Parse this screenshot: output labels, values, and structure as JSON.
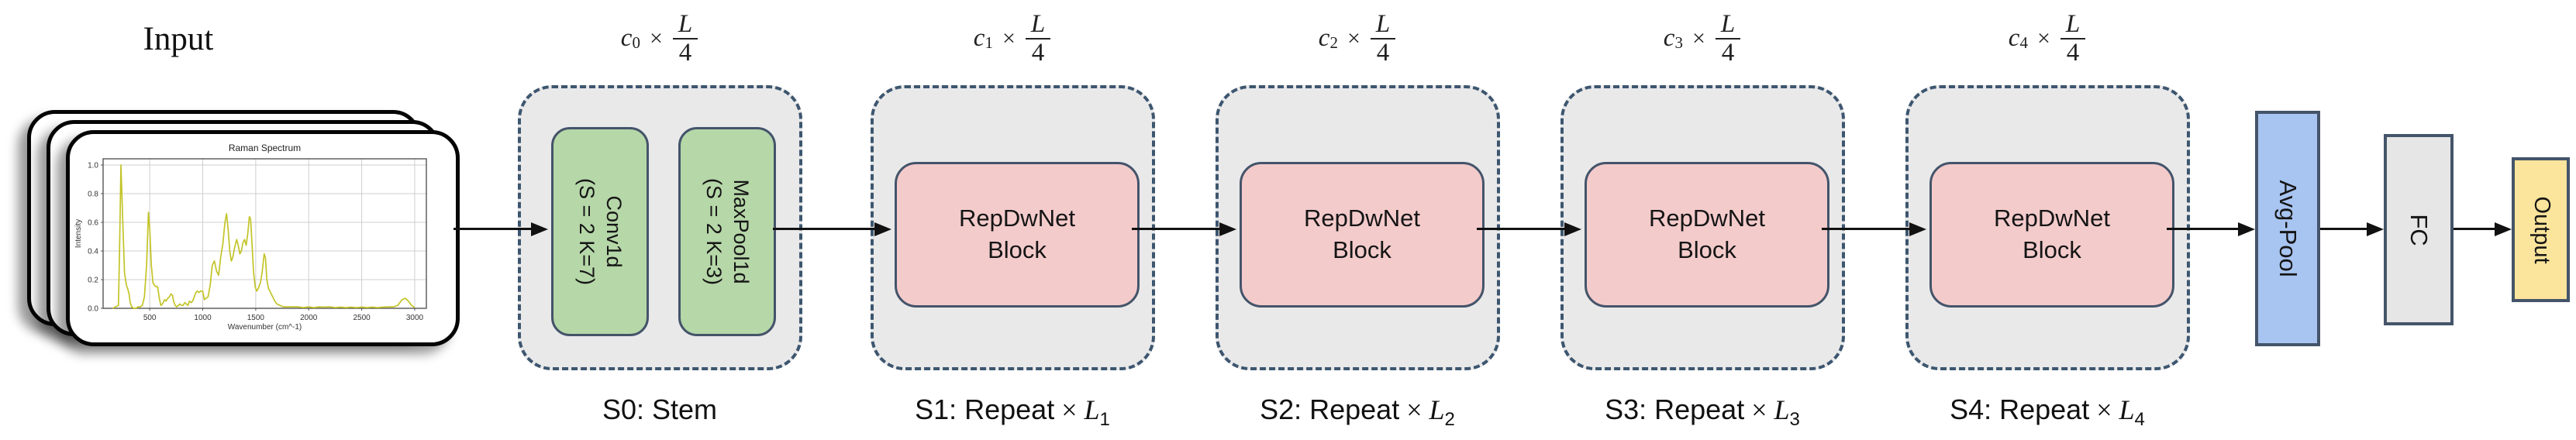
{
  "input": {
    "title": "Input"
  },
  "chart_data": {
    "type": "line",
    "title": "Raman Spectrum",
    "xlabel": "Wavenumber (cm^-1)",
    "ylabel": "Intensity",
    "xticks": [
      500,
      1000,
      1500,
      2000,
      2500,
      3000
    ],
    "yticks": [
      0.0,
      0.2,
      0.4,
      0.6,
      0.8,
      1.0
    ],
    "xlim": [
      60,
      3110
    ],
    "ylim": [
      0,
      1.043
    ],
    "grid": true,
    "line_color": "#c3c428",
    "series": [
      {
        "name": "spectrum",
        "points": [
          [
            150,
            0.0
          ],
          [
            205,
            0.02
          ],
          [
            215,
            0.4
          ],
          [
            228,
            1.0
          ],
          [
            245,
            0.62
          ],
          [
            262,
            0.25
          ],
          [
            280,
            0.16
          ],
          [
            295,
            0.13
          ],
          [
            305,
            0.1
          ],
          [
            315,
            0.04
          ],
          [
            330,
            0.01
          ],
          [
            350,
            0.0
          ],
          [
            370,
            0.0
          ],
          [
            390,
            0.01
          ],
          [
            410,
            0.01
          ],
          [
            430,
            0.02
          ],
          [
            450,
            0.08
          ],
          [
            470,
            0.3
          ],
          [
            488,
            0.67
          ],
          [
            500,
            0.55
          ],
          [
            515,
            0.3
          ],
          [
            530,
            0.18
          ],
          [
            545,
            0.16
          ],
          [
            560,
            0.15
          ],
          [
            575,
            0.15
          ],
          [
            590,
            0.07
          ],
          [
            605,
            0.02
          ],
          [
            620,
            0.03
          ],
          [
            640,
            0.06
          ],
          [
            655,
            0.05
          ],
          [
            670,
            0.07
          ],
          [
            685,
            0.08
          ],
          [
            700,
            0.1
          ],
          [
            715,
            0.09
          ],
          [
            725,
            0.05
          ],
          [
            740,
            0.02
          ],
          [
            755,
            0.01
          ],
          [
            770,
            0.02
          ],
          [
            785,
            0.03
          ],
          [
            800,
            0.02
          ],
          [
            815,
            0.02
          ],
          [
            830,
            0.04
          ],
          [
            845,
            0.03
          ],
          [
            860,
            0.02
          ],
          [
            875,
            0.05
          ],
          [
            890,
            0.04
          ],
          [
            905,
            0.05
          ],
          [
            920,
            0.08
          ],
          [
            935,
            0.11
          ],
          [
            950,
            0.12
          ],
          [
            965,
            0.11
          ],
          [
            980,
            0.12
          ],
          [
            1000,
            0.12
          ],
          [
            1015,
            0.06
          ],
          [
            1030,
            0.07
          ],
          [
            1050,
            0.08
          ],
          [
            1070,
            0.16
          ],
          [
            1090,
            0.3
          ],
          [
            1110,
            0.33
          ],
          [
            1130,
            0.26
          ],
          [
            1150,
            0.23
          ],
          [
            1170,
            0.36
          ],
          [
            1190,
            0.45
          ],
          [
            1210,
            0.6
          ],
          [
            1225,
            0.66
          ],
          [
            1240,
            0.55
          ],
          [
            1255,
            0.4
          ],
          [
            1270,
            0.33
          ],
          [
            1285,
            0.36
          ],
          [
            1300,
            0.42
          ],
          [
            1320,
            0.48
          ],
          [
            1335,
            0.44
          ],
          [
            1350,
            0.38
          ],
          [
            1365,
            0.4
          ],
          [
            1380,
            0.46
          ],
          [
            1395,
            0.48
          ],
          [
            1410,
            0.44
          ],
          [
            1425,
            0.52
          ],
          [
            1440,
            0.64
          ],
          [
            1452,
            0.62
          ],
          [
            1465,
            0.45
          ],
          [
            1480,
            0.25
          ],
          [
            1495,
            0.15
          ],
          [
            1510,
            0.12
          ],
          [
            1525,
            0.14
          ],
          [
            1545,
            0.18
          ],
          [
            1560,
            0.25
          ],
          [
            1580,
            0.38
          ],
          [
            1592,
            0.35
          ],
          [
            1605,
            0.2
          ],
          [
            1620,
            0.14
          ],
          [
            1640,
            0.11
          ],
          [
            1660,
            0.08
          ],
          [
            1680,
            0.05
          ],
          [
            1700,
            0.03
          ],
          [
            1730,
            0.02
          ],
          [
            1760,
            0.01
          ],
          [
            1800,
            0.01
          ],
          [
            1850,
            0.01
          ],
          [
            1900,
            0.01
          ],
          [
            1950,
            0.005
          ],
          [
            2000,
            0.01
          ],
          [
            2050,
            0.005
          ],
          [
            2100,
            0.01
          ],
          [
            2150,
            0.008
          ],
          [
            2200,
            0.01
          ],
          [
            2250,
            0.005
          ],
          [
            2300,
            0.008
          ],
          [
            2350,
            0.005
          ],
          [
            2400,
            0.008
          ],
          [
            2450,
            0.005
          ],
          [
            2500,
            0.008
          ],
          [
            2550,
            0.005
          ],
          [
            2600,
            0.008
          ],
          [
            2650,
            0.005
          ],
          [
            2700,
            0.008
          ],
          [
            2750,
            0.01
          ],
          [
            2800,
            0.01
          ],
          [
            2840,
            0.02
          ],
          [
            2880,
            0.06
          ],
          [
            2910,
            0.07
          ],
          [
            2940,
            0.05
          ],
          [
            2970,
            0.02
          ],
          [
            3000,
            0.005
          ]
        ]
      }
    ]
  },
  "stages": [
    {
      "id": "S0",
      "top_label": {
        "var": "c",
        "sub": "0",
        "times": "×",
        "num": "L",
        "den": "4"
      },
      "blocks": [
        {
          "line1": "Conv1d",
          "line2": "(S = 2  K=7)"
        },
        {
          "line1": "MaxPool1d",
          "line2": "(S = 2  K=3)"
        }
      ],
      "bottom_label": {
        "prefix": "S0: Stem"
      }
    },
    {
      "id": "S1",
      "top_label": {
        "var": "c",
        "sub": "1",
        "times": "×",
        "num": "L",
        "den": "4"
      },
      "block": {
        "line1": "RepDwNet",
        "line2": "Block"
      },
      "bottom_label": {
        "prefix": "S1: Repeat",
        "times": " × ",
        "var": "L",
        "sub": "1"
      }
    },
    {
      "id": "S2",
      "top_label": {
        "var": "c",
        "sub": "2",
        "times": "×",
        "num": "L",
        "den": "4"
      },
      "block": {
        "line1": "RepDwNet",
        "line2": "Block"
      },
      "bottom_label": {
        "prefix": "S2: Repeat",
        "times": " × ",
        "var": "L",
        "sub": "2"
      }
    },
    {
      "id": "S3",
      "top_label": {
        "var": "c",
        "sub": "3",
        "times": "×",
        "num": "L",
        "den": "4"
      },
      "block": {
        "line1": "RepDwNet",
        "line2": "Block"
      },
      "bottom_label": {
        "prefix": "S3: Repeat",
        "times": " × ",
        "var": "L",
        "sub": "3"
      }
    },
    {
      "id": "S4",
      "top_label": {
        "var": "c",
        "sub": "4",
        "times": "×",
        "num": "L",
        "den": "4"
      },
      "block": {
        "line1": "RepDwNet",
        "line2": "Block"
      },
      "bottom_label": {
        "prefix": "S4: Repeat",
        "times": " × ",
        "var": "L",
        "sub": "4"
      }
    }
  ],
  "tail": {
    "avg_pool": "Avg-Pool",
    "fc": "FC",
    "output": "Output"
  },
  "colors": {
    "container_fill": "#e9e9ea",
    "container_border": "#3d566f",
    "stem_fill": "#b6d7a8",
    "block_fill": "#f4cbcb",
    "avgpool_fill": "#a8c4f0",
    "fc_fill": "#e6e6e6",
    "output_fill": "#fbe49b",
    "box_border": "#44546a",
    "arrow": "#111111",
    "spectrum_line": "#c3c428"
  }
}
